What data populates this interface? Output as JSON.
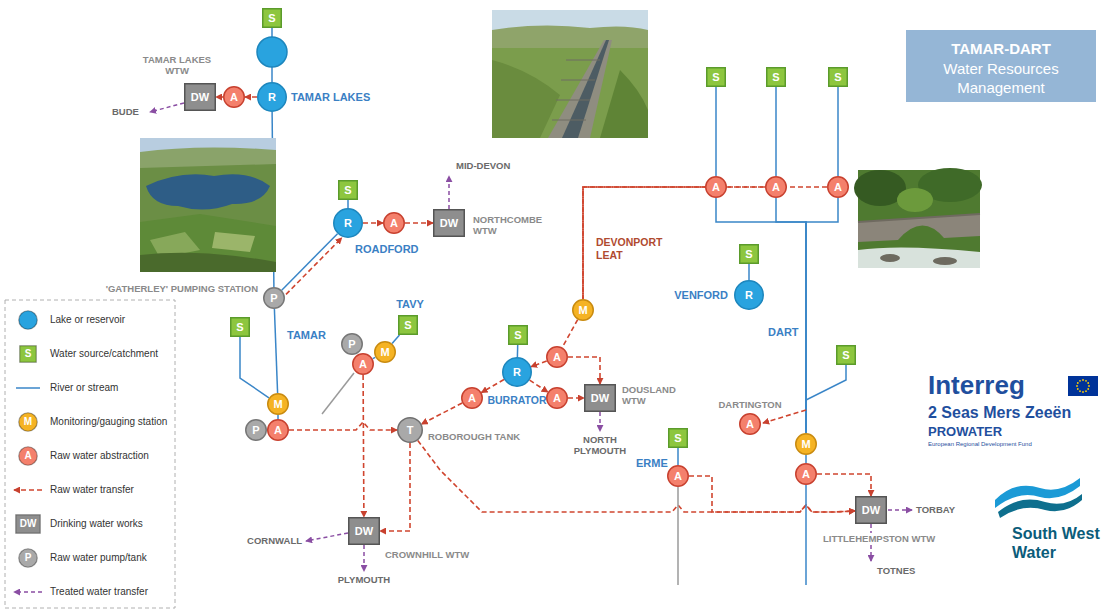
{
  "diagram": {
    "title": "TAMAR-DART",
    "nodes": [
      {
        "text": [
          "S"
        ]
      },
      {
        "text": [
          "R",
          "TAMAR LAKES"
        ]
      },
      {
        "text": [
          "A"
        ]
      },
      {
        "text": [
          "DW",
          "TAMAR LAKES WTW"
        ]
      },
      {
        "text": [
          "S"
        ]
      },
      {
        "text": [
          "S"
        ]
      },
      {
        "text": [
          "S"
        ]
      },
      {
        "text": [
          "A"
        ]
      },
      {
        "text": [
          "A"
        ]
      },
      {
        "text": [
          "A"
        ]
      },
      {
        "text": [
          "S"
        ]
      },
      {
        "text": [
          "R",
          "ROADFORD"
        ]
      },
      {
        "text": [
          "A"
        ]
      },
      {
        "text": [
          "DW",
          "NORTHCOMBE WTW"
        ]
      },
      {
        "text": [
          "S"
        ]
      },
      {
        "text": [
          "R",
          "VENFORD"
        ]
      },
      {
        "text": [
          "P",
          "'GATHERLEY' PUMPING STATION"
        ]
      },
      {
        "text": [
          "M"
        ]
      },
      {
        "text": [
          "S"
        ]
      },
      {
        "text": [
          "S"
        ]
      },
      {
        "text": [
          "S"
        ]
      },
      {
        "text": [
          "P"
        ]
      },
      {
        "text": [
          "M"
        ]
      },
      {
        "text": [
          "S"
        ]
      },
      {
        "text": [
          "A"
        ]
      },
      {
        "text": [
          "A"
        ]
      },
      {
        "text": [
          "R",
          "BURRATOR"
        ]
      },
      {
        "text": [
          "A"
        ]
      },
      {
        "text": [
          "A"
        ]
      },
      {
        "text": [
          "DW",
          "DOUSLAND WTW"
        ]
      },
      {
        "text": [
          "M"
        ]
      },
      {
        "text": [
          "A",
          "DARTINGTON"
        ]
      },
      {
        "text": [
          "P"
        ]
      },
      {
        "text": [
          "A"
        ]
      },
      {
        "text": [
          "T",
          "ROBOROUGH TANK"
        ]
      },
      {
        "text": [
          "S"
        ]
      },
      {
        "text": [
          "M"
        ]
      },
      {
        "text": [
          "A"
        ]
      },
      {
        "text": [
          "A"
        ]
      },
      {
        "text": [
          "DW",
          "LITTLEHEMPSTON WTW"
        ]
      },
      {
        "text": [
          "DW",
          "CROWNHILL WTW"
        ]
      }
    ],
    "edges": [
      {
        "from": 0,
        "to": 1,
        "arrow": "none"
      },
      {
        "from": 1,
        "to": 2,
        "arrow": "to"
      },
      {
        "from": 2,
        "to": 3,
        "arrow": "to"
      },
      {
        "from": 1,
        "to": 16,
        "arrow": "none"
      },
      {
        "from": 10,
        "to": 11,
        "arrow": "none"
      },
      {
        "from": 11,
        "to": 16,
        "arrow": "none"
      },
      {
        "from": 16,
        "to": 11,
        "arrow": "to"
      },
      {
        "from": 11,
        "to": 12,
        "arrow": "to"
      },
      {
        "from": 12,
        "to": 13,
        "arrow": "to"
      },
      {
        "from": 4,
        "to": 7,
        "arrow": "none"
      },
      {
        "from": 5,
        "to": 8,
        "arrow": "none"
      },
      {
        "from": 6,
        "to": 9,
        "arrow": "none"
      },
      {
        "from": 7,
        "to": 17,
        "arrow": "none"
      },
      {
        "from": 8,
        "to": 17,
        "arrow": "none"
      },
      {
        "from": 9,
        "to": 17,
        "arrow": "none"
      },
      {
        "from": 17,
        "to": 24,
        "arrow": "none"
      },
      {
        "from": 24,
        "to": 26,
        "arrow": "to"
      },
      {
        "from": 24,
        "to": 29,
        "arrow": "to"
      },
      {
        "from": 20,
        "to": 26,
        "arrow": "none"
      },
      {
        "from": 26,
        "to": 27,
        "arrow": "to"
      },
      {
        "from": 27,
        "to": 34,
        "arrow": "to"
      },
      {
        "from": 26,
        "to": 28,
        "arrow": "to"
      },
      {
        "from": 28,
        "to": 29,
        "arrow": "to"
      },
      {
        "from": 18,
        "to": 30,
        "arrow": "none"
      },
      {
        "from": 16,
        "to": 30,
        "arrow": "none"
      },
      {
        "from": 30,
        "to": 33,
        "arrow": "none"
      },
      {
        "from": 19,
        "to": 22,
        "arrow": "none"
      },
      {
        "from": 22,
        "to": 25,
        "arrow": "none"
      },
      {
        "from": 25,
        "to": 40,
        "arrow": "to"
      },
      {
        "from": 33,
        "to": 34,
        "arrow": "to"
      },
      {
        "from": 34,
        "to": 40,
        "arrow": "to"
      },
      {
        "from": 34,
        "to": 39,
        "arrow": "to"
      },
      {
        "from": 14,
        "to": 15,
        "arrow": "none"
      },
      {
        "from": 23,
        "to": 36,
        "arrow": "none"
      },
      {
        "from": 7,
        "to": 36,
        "arrow": "none"
      },
      {
        "from": 8,
        "to": 36,
        "arrow": "none"
      },
      {
        "from": 9,
        "to": 36,
        "arrow": "none"
      },
      {
        "from": 36,
        "to": 37,
        "arrow": "none"
      },
      {
        "from": 37,
        "to": 39,
        "arrow": "to"
      },
      {
        "from": 35,
        "to": 38,
        "arrow": "none"
      },
      {
        "from": 38,
        "to": 39,
        "arrow": "to"
      }
    ],
    "labels": [
      "BUDE",
      "MID-DEVON",
      "TAMAR",
      "TAVY",
      "DEVONPORT LEAT",
      "DART",
      "NORTH PLYMOUTH",
      "ERME",
      "CORNWALL",
      "PLYMOUTH",
      "TORBAY",
      "TOTNES",
      "Water Resources Management",
      "Interreg",
      "2 Seas Mers Zeeën",
      "PROWATER",
      "European Regional Development Fund",
      "South West Water",
      "S",
      "M",
      "A",
      "DW",
      "P"
    ],
    "legend": [
      {
        "text": "Lake or reservoir",
        "color": "#29a3df"
      },
      {
        "text": "Water source/catchment",
        "color": "#8dc63f"
      },
      {
        "text": "River or stream"
      },
      {
        "text": "Monitoring/gauging station",
        "color": "#f5b324"
      },
      {
        "text": "Raw water abstraction",
        "color": "#f4806c"
      },
      {
        "text": "Raw water transfer"
      },
      {
        "text": "Drinking water works",
        "color": "#8e8e8e"
      },
      {
        "text": "Raw water pump/tank",
        "color": "#a9a9a9"
      },
      {
        "text": "Treated water transfer"
      }
    ]
  }
}
